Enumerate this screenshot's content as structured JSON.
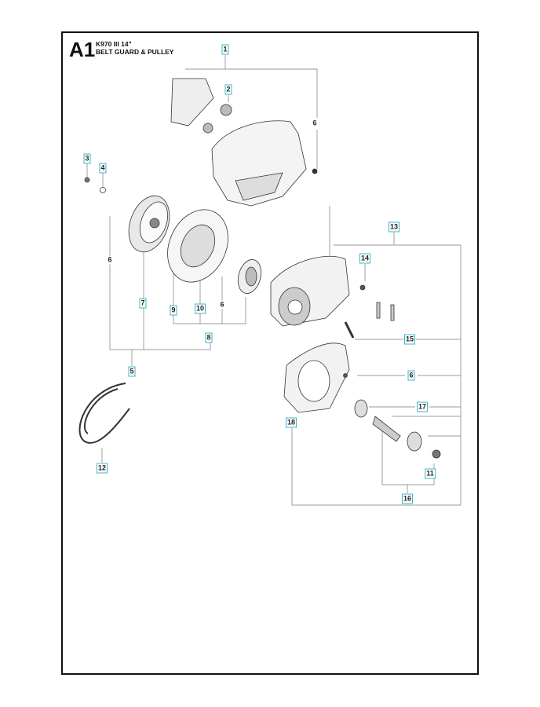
{
  "header": {
    "code": "A1",
    "model": "K970 III 14\"",
    "title": "BELT GUARD & PULLEY"
  },
  "accent_color": "#3fb7c9",
  "callouts": [
    {
      "id": "c1",
      "text": "1",
      "boxed": true
    },
    {
      "id": "c2",
      "text": "2",
      "boxed": true
    },
    {
      "id": "c6a",
      "text": "6",
      "boxed": false
    },
    {
      "id": "c3",
      "text": "3",
      "boxed": true
    },
    {
      "id": "c4",
      "text": "4",
      "boxed": true
    },
    {
      "id": "c6b",
      "text": "6",
      "boxed": false
    },
    {
      "id": "c7",
      "text": "7",
      "boxed": true
    },
    {
      "id": "c9",
      "text": "9",
      "boxed": true
    },
    {
      "id": "c10",
      "text": "10",
      "boxed": true
    },
    {
      "id": "c6c",
      "text": "6",
      "boxed": false
    },
    {
      "id": "c8",
      "text": "8",
      "boxed": true
    },
    {
      "id": "c5",
      "text": "5",
      "boxed": true
    },
    {
      "id": "c13",
      "text": "13",
      "boxed": true
    },
    {
      "id": "c14",
      "text": "14",
      "boxed": true
    },
    {
      "id": "c15",
      "text": "15",
      "boxed": true
    },
    {
      "id": "c6d",
      "text": "6",
      "boxed": true
    },
    {
      "id": "c17",
      "text": "17",
      "boxed": true
    },
    {
      "id": "c18",
      "text": "18",
      "boxed": true
    },
    {
      "id": "c11",
      "text": "11",
      "boxed": true
    },
    {
      "id": "c12",
      "text": "12",
      "boxed": true
    },
    {
      "id": "c16",
      "text": "16",
      "boxed": true
    }
  ]
}
